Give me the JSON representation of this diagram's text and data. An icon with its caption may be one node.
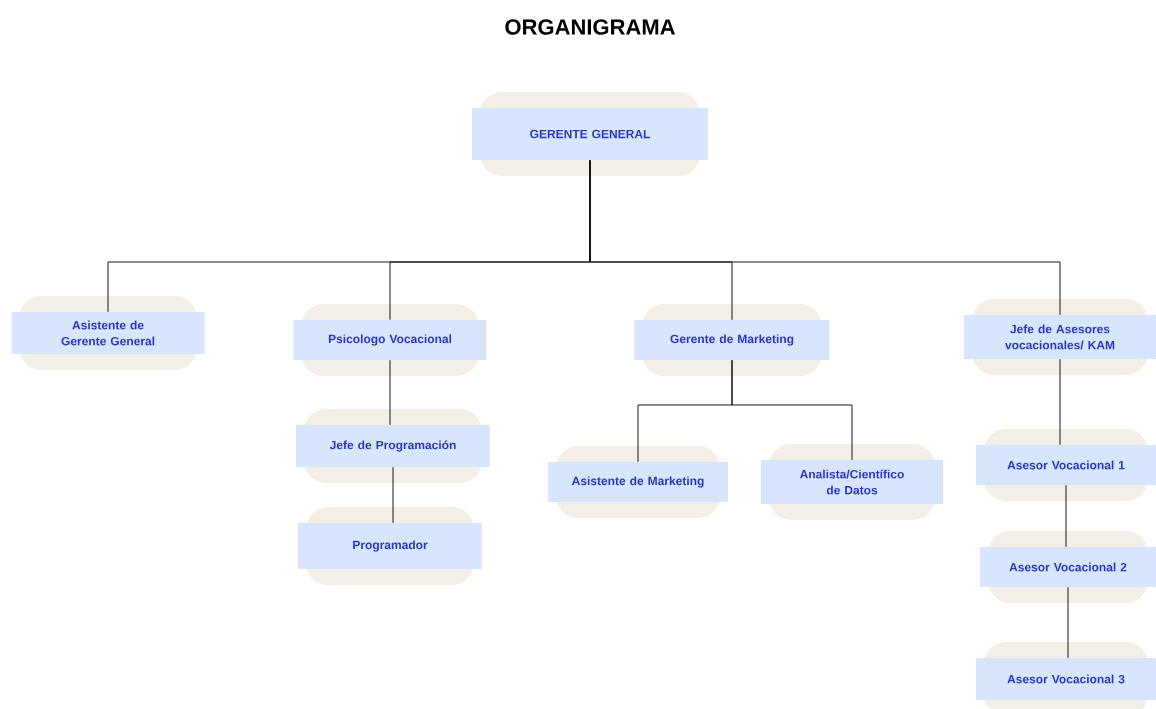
{
  "diagram": {
    "title": "ORGANIGRAMA",
    "nodes": [
      {
        "text": [
          "GERENTE GENERAL"
        ]
      },
      {
        "text": [
          "Asistente de Gerente General"
        ]
      },
      {
        "text": [
          "Psicologo Vocacional"
        ]
      },
      {
        "text": [
          "Jefe de Programación"
        ]
      },
      {
        "text": [
          "Programador"
        ]
      },
      {
        "text": [
          "Gerente de Marketing"
        ]
      },
      {
        "text": [
          "Asistente de Marketing"
        ]
      },
      {
        "text": [
          "Analista/Científico de Datos"
        ]
      },
      {
        "text": [
          "Jefe de Asesores vocacionales/ KAM"
        ]
      },
      {
        "text": [
          "Asesor Vocacional 1"
        ]
      },
      {
        "text": [
          "Asesor Vocacional 2"
        ]
      },
      {
        "text": [
          "Asesor Vocacional 3"
        ]
      }
    ],
    "edges": [
      {
        "from": 0,
        "to": 1,
        "arrow": "none"
      },
      {
        "from": 0,
        "to": 2,
        "arrow": "none"
      },
      {
        "from": 0,
        "to": 5,
        "arrow": "none"
      },
      {
        "from": 0,
        "to": 8,
        "arrow": "none"
      },
      {
        "from": 2,
        "to": 3,
        "arrow": "none"
      },
      {
        "from": 3,
        "to": 4,
        "arrow": "none"
      },
      {
        "from": 5,
        "to": 6,
        "arrow": "none"
      },
      {
        "from": 5,
        "to": 7,
        "arrow": "none"
      },
      {
        "from": 8,
        "to": 9,
        "arrow": "none"
      },
      {
        "from": 9,
        "to": 10,
        "arrow": "none"
      },
      {
        "from": 10,
        "to": 11,
        "arrow": "none"
      }
    ]
  }
}
